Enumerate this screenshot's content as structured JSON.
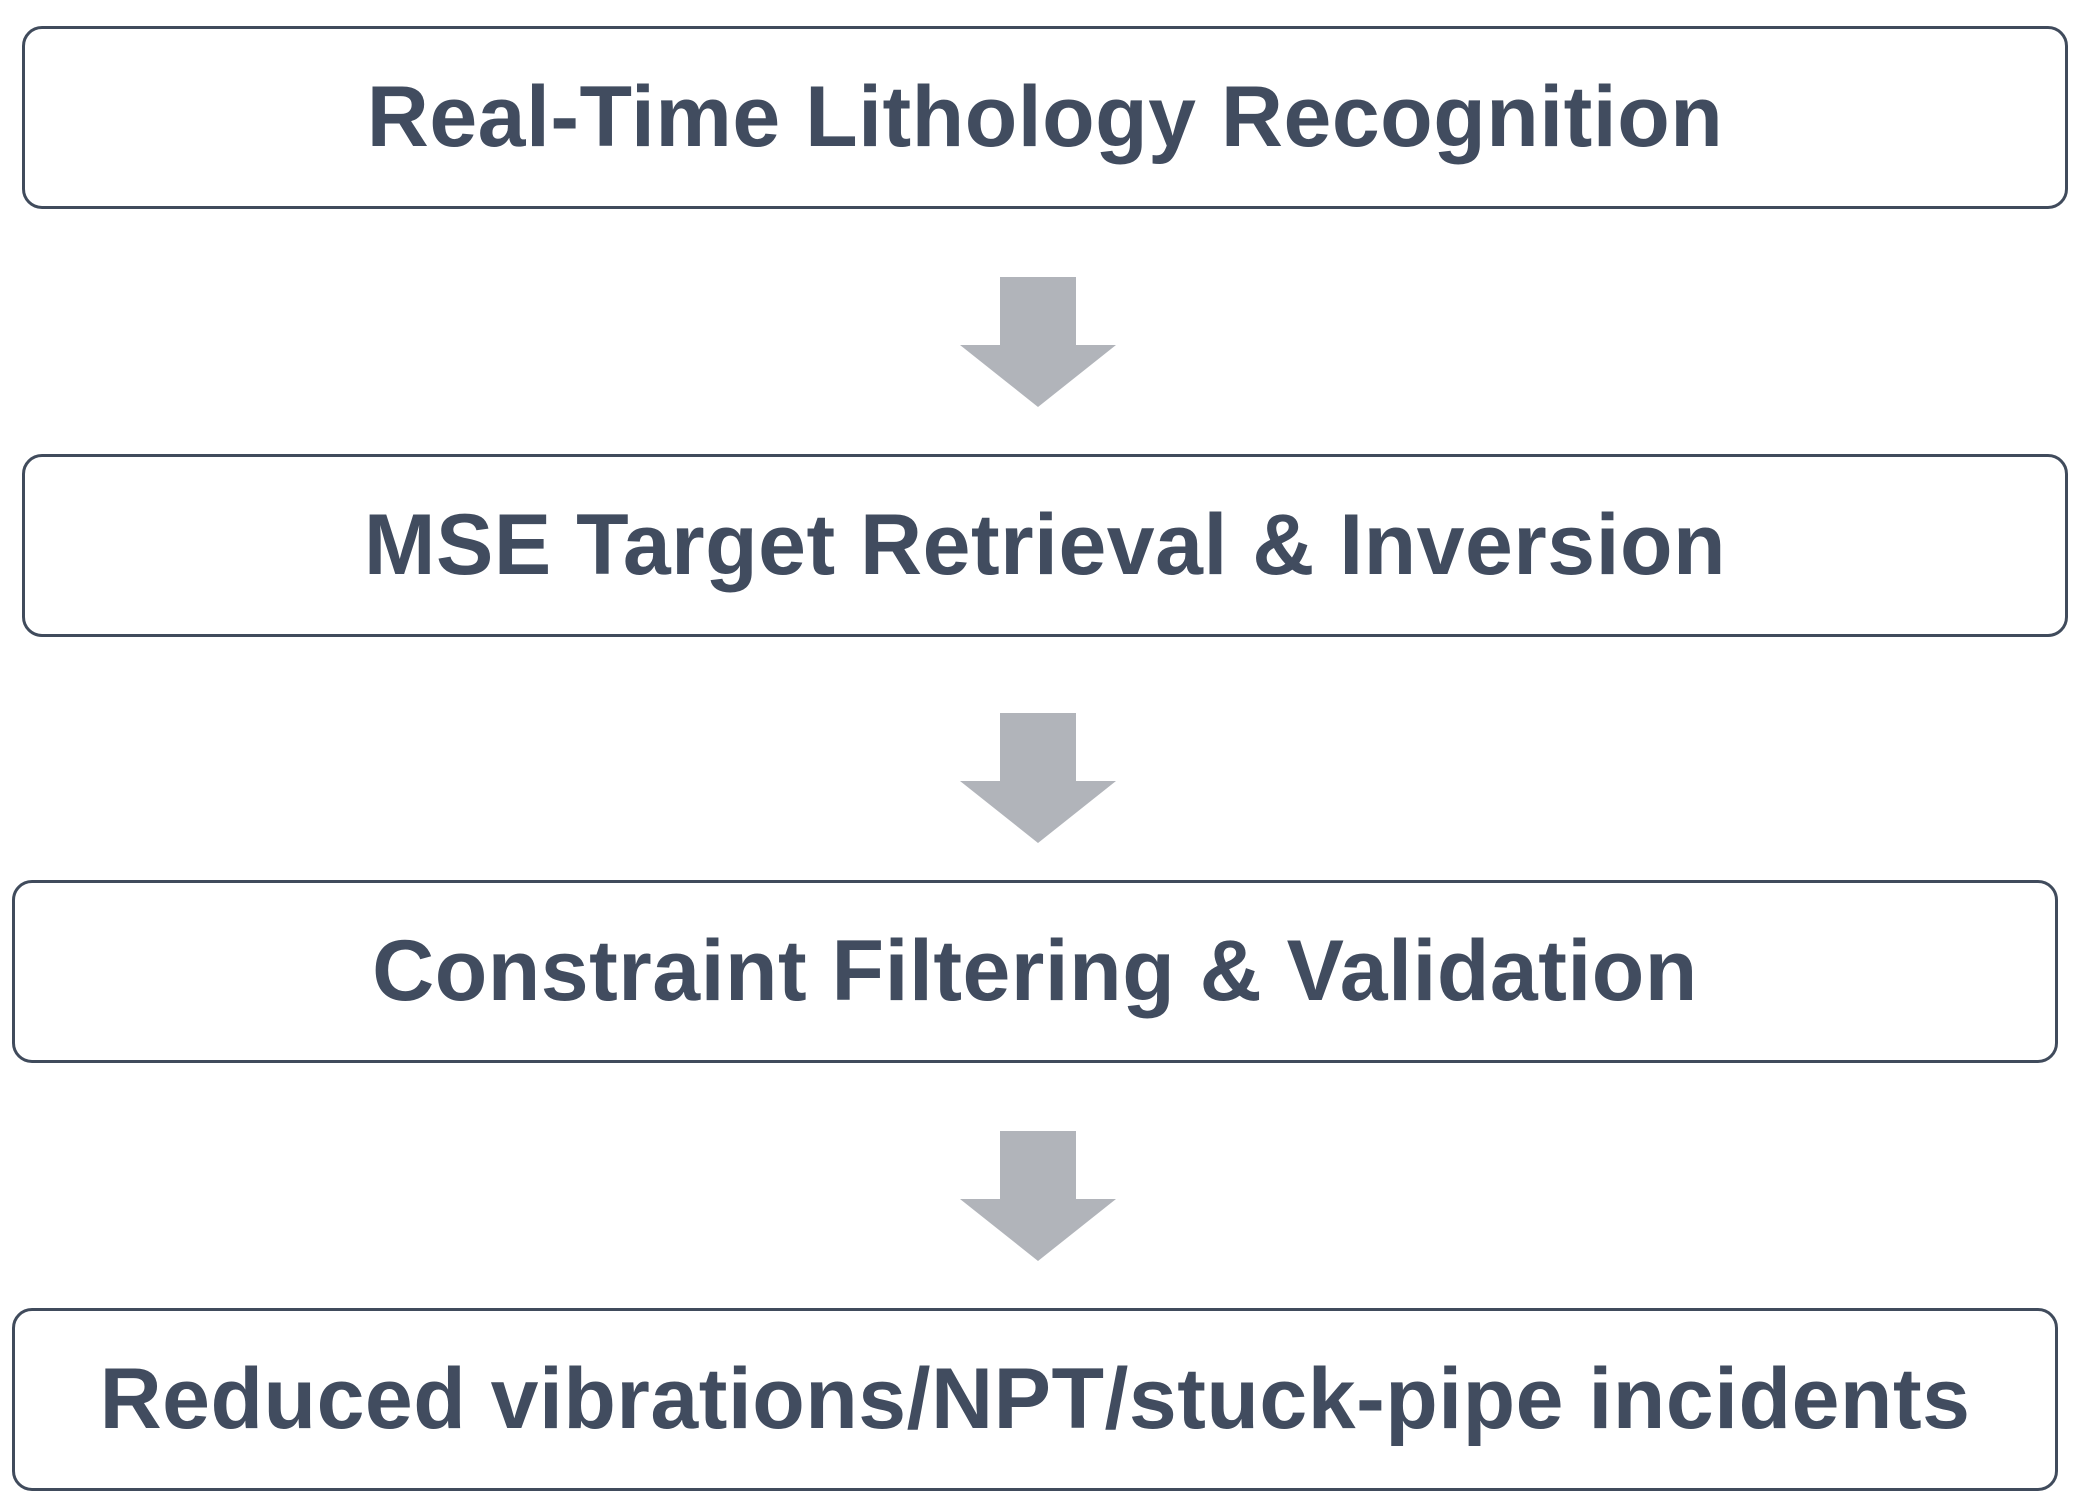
{
  "flow": {
    "steps": [
      "Real-Time Lithology Recognition",
      "MSE Target Retrieval & Inversion",
      "Constraint Filtering & Validation",
      "Reduced vibrations/NPT/stuck-pipe incidents"
    ],
    "arrow_icon": "down-arrow-icon",
    "colors": {
      "text": "#414c5f",
      "border": "#404b5c",
      "arrow": "#b1b4ba",
      "background": "#ffffff"
    }
  }
}
